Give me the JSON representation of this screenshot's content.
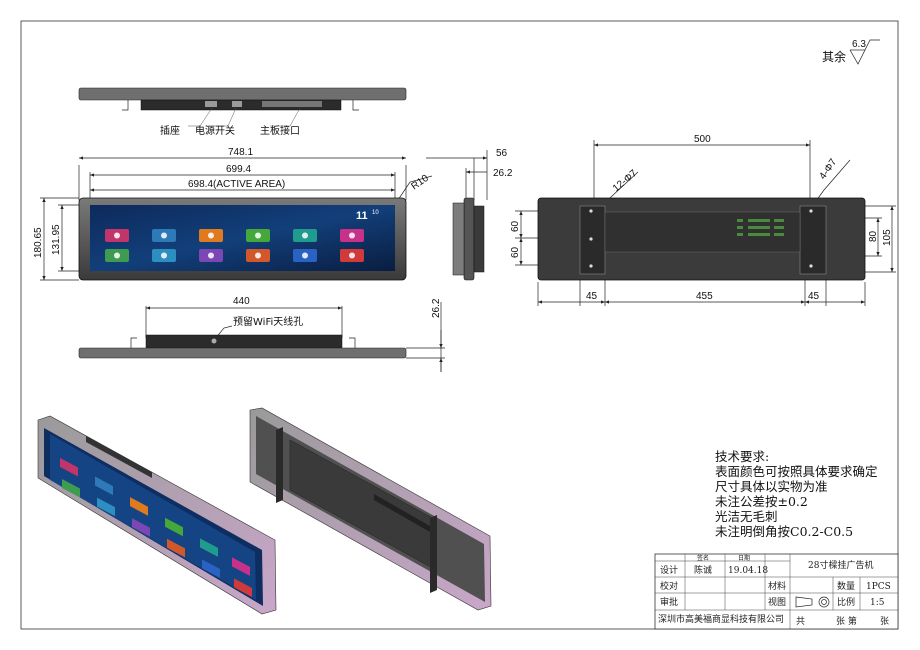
{
  "roughness": {
    "label": "其余",
    "value": "6.3"
  },
  "callouts": {
    "socket": "插座",
    "power_switch": "电源开关",
    "mainboard": "主板接口",
    "wifi_hole": "预留WiFi天线孔"
  },
  "front_dims": {
    "overall_width": "748.1",
    "screen_width": "699.4",
    "active_area": "698.4(ACTIVE AREA)",
    "overall_height": "180.65",
    "active_height": "131.95",
    "corner_radius": "R10"
  },
  "side_dims": {
    "depth_total": "56",
    "depth_bezel": "26.2"
  },
  "bottom_dims": {
    "span": "440",
    "depth": "26.2"
  },
  "rear_dims": {
    "vesa_width": "500",
    "hole_left": "12-Φ7",
    "hole_right": "4-Φ7",
    "pitch_60_top": "60",
    "pitch_60_bottom": "60",
    "right_80": "80",
    "right_105": "105",
    "margin_left": "45",
    "center": "455",
    "margin_right": "45"
  },
  "screen": {
    "clock": "11",
    "clock_sup": "10",
    "apps": [
      {
        "color": "#c2356a"
      },
      {
        "color": "#2e7ab8"
      },
      {
        "color": "#e07a1f"
      },
      {
        "color": "#45a83a"
      },
      {
        "color": "#1f9c8d"
      },
      {
        "color": "#c8318a"
      },
      {
        "color": "#3e9b4f"
      },
      {
        "color": "#2c8fc0"
      },
      {
        "color": "#7a47b5"
      },
      {
        "color": "#d2572a"
      },
      {
        "color": "#2a62c4"
      },
      {
        "color": "#d03a3a"
      }
    ]
  },
  "requirements": {
    "title": "技术要求:",
    "lines": [
      "表面颜色可按照具体要求确定",
      "尺寸具体以实物为准",
      "未注公差按±0.2",
      "光洁无毛刺",
      "未注明倒角按C0.2-C0.5"
    ]
  },
  "title_block": {
    "hdr_sign": "签名",
    "hdr_date": "日期",
    "design_label": "设计",
    "designer": "陈诚",
    "date": "19.04.18",
    "product": "28寸樑挂广告机",
    "check_label": "校对",
    "material_label": "材料",
    "qty_label": "数量",
    "qty": "1PCS",
    "approve_label": "审批",
    "view_label": "视图",
    "scale_label": "比例",
    "scale": "1:5",
    "company": "深圳市高美福商显科技有限公司",
    "total_label": "共",
    "sheet_label": "张  第",
    "sheet_end": "张"
  }
}
